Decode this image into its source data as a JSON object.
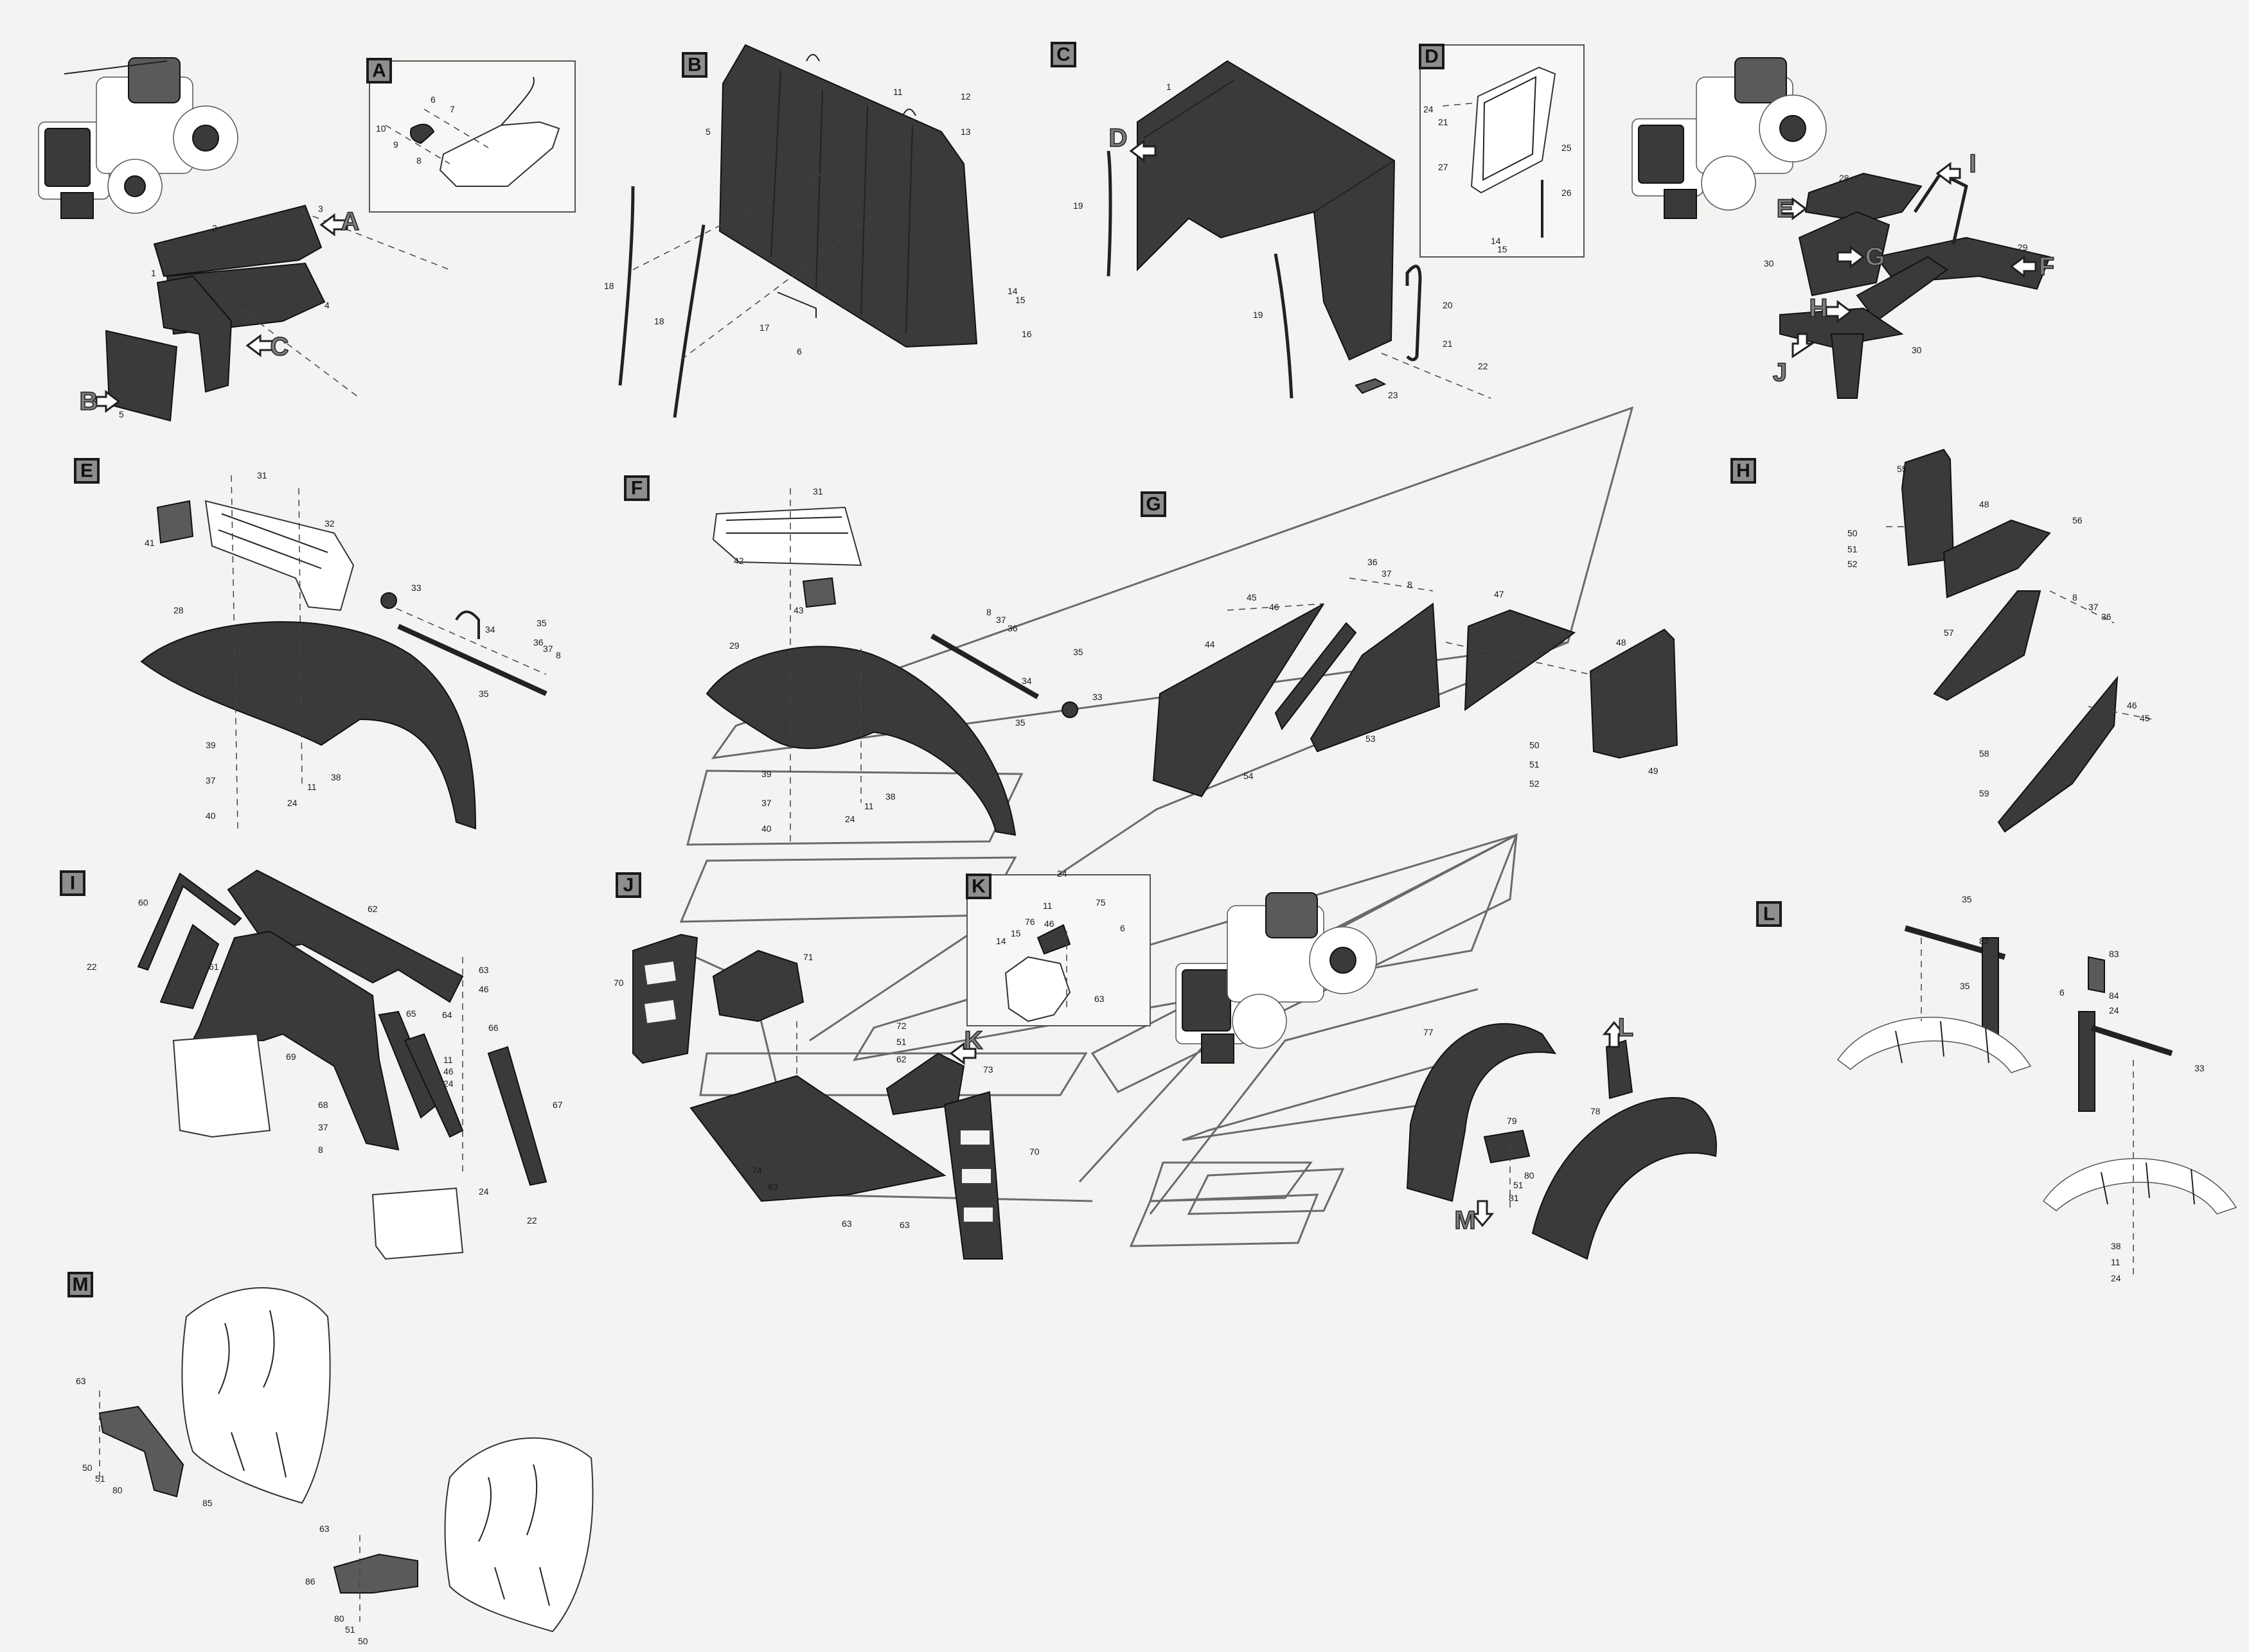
{
  "sections": [
    {
      "id": "A"
    },
    {
      "id": "B"
    },
    {
      "id": "C"
    },
    {
      "id": "D"
    },
    {
      "id": "E"
    },
    {
      "id": "F"
    },
    {
      "id": "G"
    },
    {
      "id": "H"
    },
    {
      "id": "I"
    },
    {
      "id": "J"
    },
    {
      "id": "K"
    },
    {
      "id": "L"
    },
    {
      "id": "M"
    }
  ],
  "callouts": {
    "overview1": [
      "A",
      "B",
      "C"
    ],
    "overview2": [
      "I",
      "E",
      "G",
      "F",
      "H",
      "J"
    ],
    "sectionC": [
      "D"
    ],
    "sectionJ": [
      "K"
    ],
    "rear": [
      "L",
      "M"
    ]
  },
  "part_numbers": {
    "overview1": [
      "1",
      "2",
      "3",
      "4",
      "5"
    ],
    "A": [
      "6",
      "7",
      "8",
      "9",
      "10"
    ],
    "B": [
      "5",
      "11",
      "12",
      "13",
      "14",
      "15",
      "16",
      "17",
      "6",
      "18",
      "18"
    ],
    "C": [
      "1",
      "19",
      "19",
      "20",
      "21",
      "22",
      "23"
    ],
    "D": [
      "24",
      "21",
      "27",
      "25",
      "26",
      "14",
      "15"
    ],
    "overview2": [
      "28",
      "29",
      "30",
      "30"
    ],
    "E": [
      "31",
      "32",
      "41",
      "28",
      "33",
      "34",
      "35",
      "36",
      "37",
      "8",
      "35",
      "39",
      "38",
      "37",
      "11",
      "24",
      "40"
    ],
    "F": [
      "31",
      "42",
      "43",
      "29",
      "8",
      "37",
      "36",
      "34",
      "35",
      "35",
      "33",
      "39",
      "38",
      "37",
      "11",
      "24",
      "40"
    ],
    "G": [
      "45",
      "46",
      "44",
      "36",
      "37",
      "8",
      "47",
      "48",
      "53",
      "54",
      "50",
      "51",
      "52",
      "49"
    ],
    "H": [
      "55",
      "48",
      "50",
      "51",
      "52",
      "56",
      "8",
      "37",
      "36",
      "57",
      "46",
      "45",
      "58",
      "59"
    ],
    "I": [
      "60",
      "61",
      "62",
      "22",
      "63",
      "46",
      "64",
      "65",
      "66",
      "69",
      "68",
      "37",
      "8",
      "11",
      "46",
      "24",
      "67",
      "24",
      "22"
    ],
    "J": [
      "70",
      "71",
      "72",
      "51",
      "62",
      "73",
      "74",
      "63",
      "63",
      "63",
      "70"
    ],
    "K": [
      "24",
      "11",
      "75",
      "76",
      "46",
      "6",
      "14",
      "15",
      "63"
    ],
    "mudguard": [
      "77",
      "78",
      "79",
      "80",
      "51",
      "81"
    ],
    "L": [
      "35",
      "82",
      "35",
      "83",
      "6",
      "84",
      "24",
      "33",
      "38",
      "11",
      "24"
    ],
    "M": [
      "63",
      "50",
      "51",
      "80",
      "85",
      "63",
      "86",
      "80",
      "51",
      "50"
    ]
  }
}
